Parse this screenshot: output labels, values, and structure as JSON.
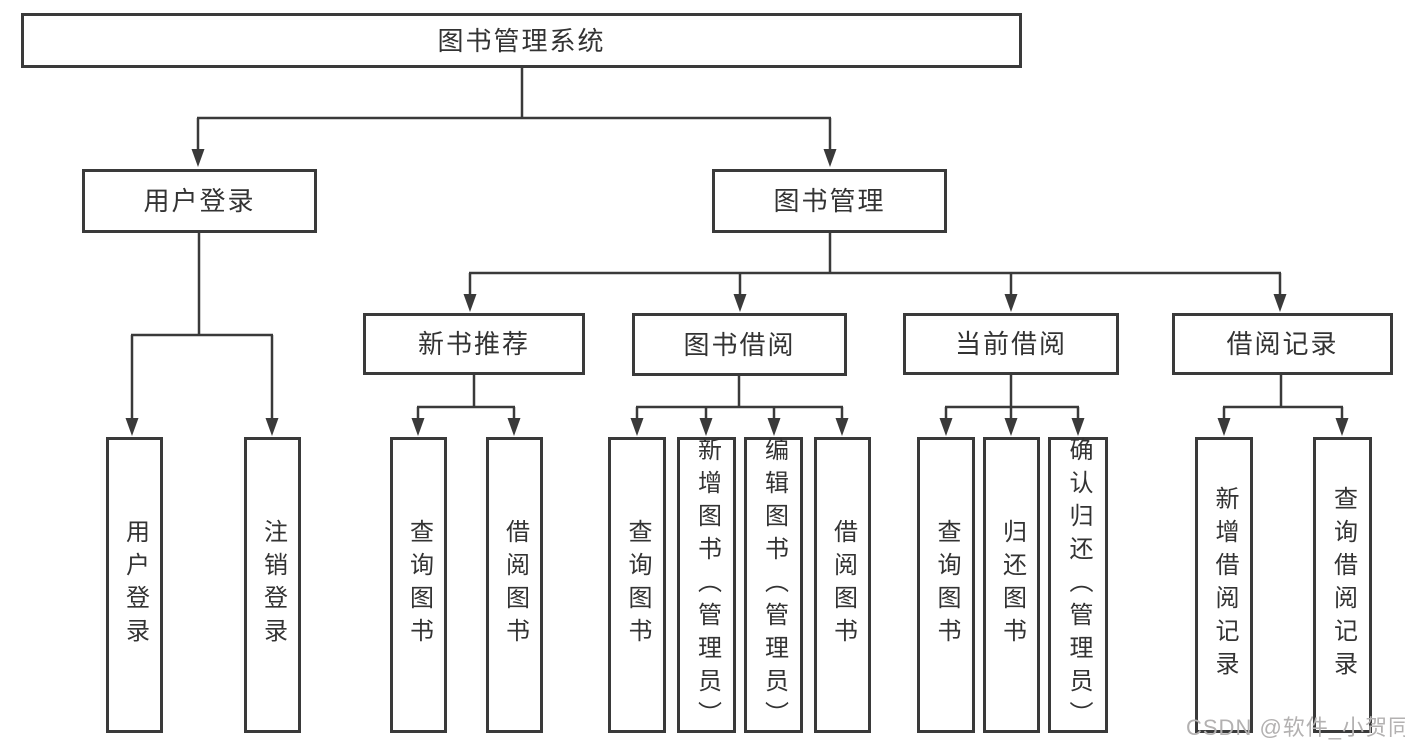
{
  "root": {
    "label": "图书管理系统"
  },
  "branches": [
    {
      "label": "用户登录",
      "children": [
        {
          "label": "用户登录"
        },
        {
          "label": "注销登录"
        }
      ]
    },
    {
      "label": "图书管理",
      "sections": [
        {
          "label": "新书推荐",
          "children": [
            {
              "label": "查询图书"
            },
            {
              "label": "借阅图书"
            }
          ]
        },
        {
          "label": "图书借阅",
          "children": [
            {
              "label": "查询图书"
            },
            {
              "label": "新增图书（管理员）"
            },
            {
              "label": "编辑图书（管理员）"
            },
            {
              "label": "借阅图书"
            }
          ]
        },
        {
          "label": "当前借阅",
          "children": [
            {
              "label": "查询图书"
            },
            {
              "label": "归还图书"
            },
            {
              "label": "确认归还（管理员）"
            }
          ]
        },
        {
          "label": "借阅记录",
          "children": [
            {
              "label": "新增借阅记录"
            },
            {
              "label": "查询借阅记录"
            }
          ]
        }
      ]
    }
  ],
  "watermark": {
    "text": "CSDN @软件_小贺同学"
  },
  "colors": {
    "line": "#3a3a3a",
    "border": "#3a3a3a",
    "text": "#333333",
    "watermark": "#b3b1b1",
    "background": "#ffffff"
  }
}
